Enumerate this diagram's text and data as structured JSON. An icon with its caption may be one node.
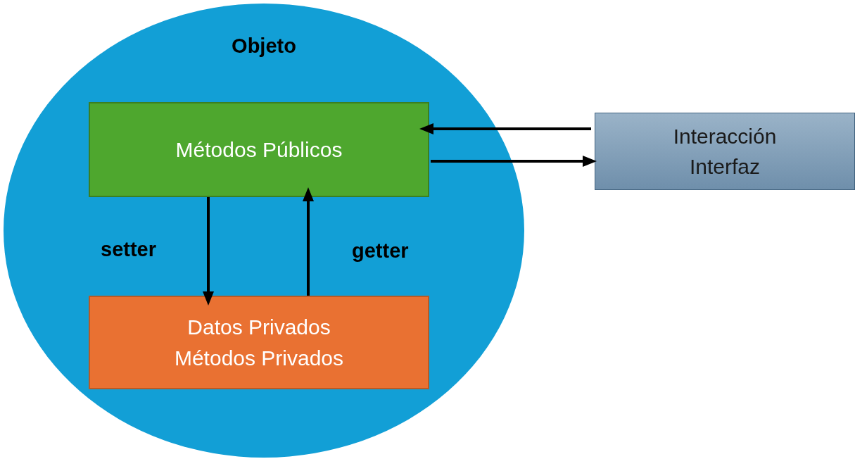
{
  "diagram": {
    "nodes": [
      {
        "text": [
          "Objeto"
        ]
      },
      {
        "text": [
          "Métodos Públicos"
        ],
        "in": 0
      },
      {
        "text": [
          "Datos Privados",
          "Métodos Privados"
        ],
        "in": 0
      },
      {
        "text": [
          "Interacción Interfaz"
        ]
      }
    ],
    "edges": [
      {
        "from": 3,
        "to": 1,
        "arrow": "to"
      },
      {
        "from": 1,
        "to": 3,
        "arrow": "to"
      },
      {
        "from": 1,
        "to": 2,
        "arrow": "to",
        "label": "setter"
      },
      {
        "from": 2,
        "to": 1,
        "arrow": "to",
        "label": "getter"
      }
    ]
  }
}
